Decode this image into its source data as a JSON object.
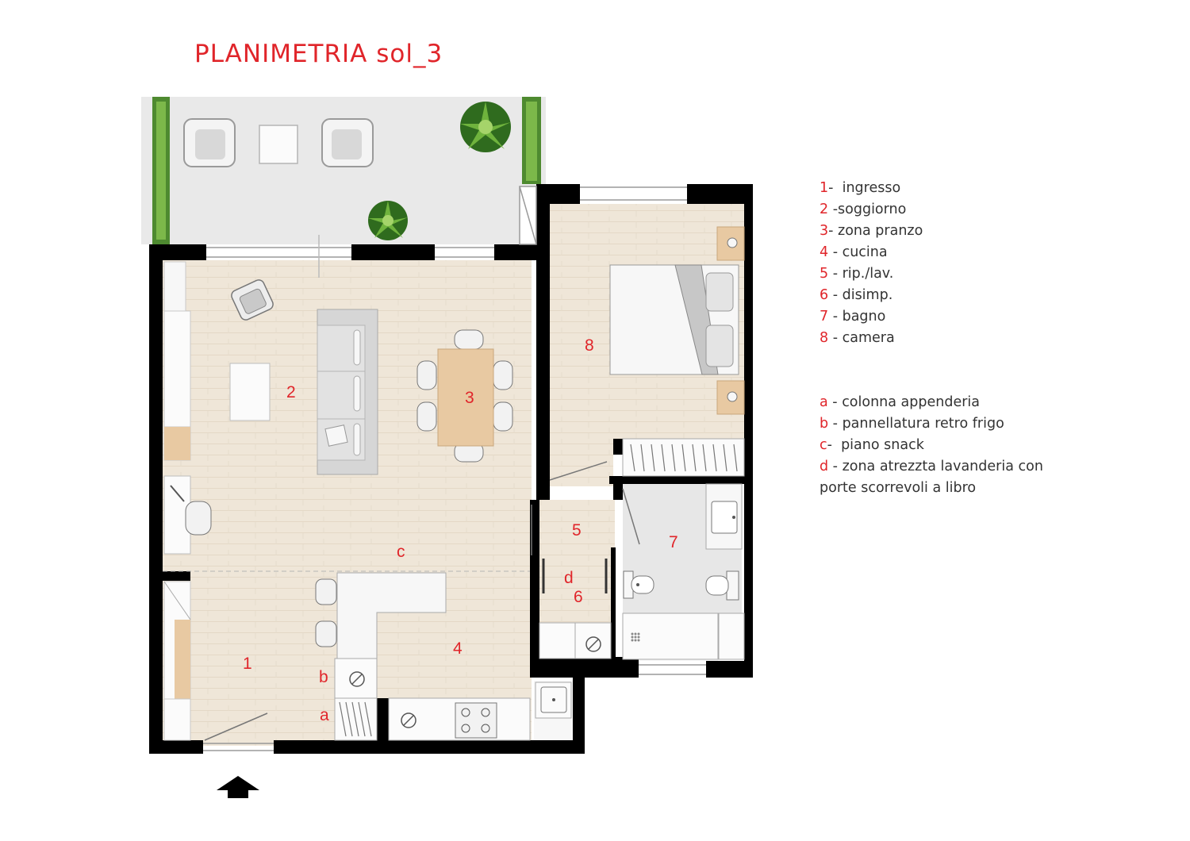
{
  "title": "PLANIMETRIA  sol_3",
  "rooms": [
    {
      "num": "1",
      "name": "ingresso"
    },
    {
      "num": "2",
      "name": "soggiorno"
    },
    {
      "num": "3",
      "name": "zona pranzo"
    },
    {
      "num": "4",
      "name": "cucina"
    },
    {
      "num": "5",
      "name": "rip./lav."
    },
    {
      "num": "6",
      "name": "disimp."
    },
    {
      "num": "7",
      "name": "bagno"
    },
    {
      "num": "8",
      "name": "camera"
    }
  ],
  "legend_rooms": [
    {
      "key": "1",
      "sep": "-  ",
      "text": "ingresso"
    },
    {
      "key": "2",
      "sep": " -",
      "text": "soggiorno"
    },
    {
      "key": "3",
      "sep": "- ",
      "text": "zona pranzo"
    },
    {
      "key": "4",
      "sep": " - ",
      "text": "cucina"
    },
    {
      "key": "5",
      "sep": " - ",
      "text": "rip./lav."
    },
    {
      "key": "6",
      "sep": " - ",
      "text": "disimp."
    },
    {
      "key": "7",
      "sep": " - ",
      "text": "bagno"
    },
    {
      "key": "8",
      "sep": " - ",
      "text": "camera"
    }
  ],
  "legend_items": [
    {
      "key": "a",
      "sep": " - ",
      "text": "colonna appenderia"
    },
    {
      "key": "b",
      "sep": " - ",
      "text": "pannellatura retro frigo"
    },
    {
      "key": "c",
      "sep": "-  ",
      "text": "piano snack"
    },
    {
      "key": "d",
      "sep": " - ",
      "text": "zona atrezzta lavanderia con porte scorrevoli a libro"
    }
  ],
  "plan_labels": {
    "a": "a",
    "b": "b",
    "c": "c",
    "d": "d"
  },
  "colors": {
    "accent": "#e0252a",
    "wall": "#000000",
    "floor": "#efe6d8",
    "terrace": "#e9e9e9",
    "tile": "#e7e7e7",
    "wood": "#e8c9a2"
  },
  "icons": [
    "entrance-arrow-icon",
    "plant-icon",
    "armchair-icon",
    "sofa-icon",
    "bed-icon",
    "sink-icon",
    "hob-icon",
    "washing-machine-icon",
    "toilet-icon",
    "bidet-icon"
  ]
}
